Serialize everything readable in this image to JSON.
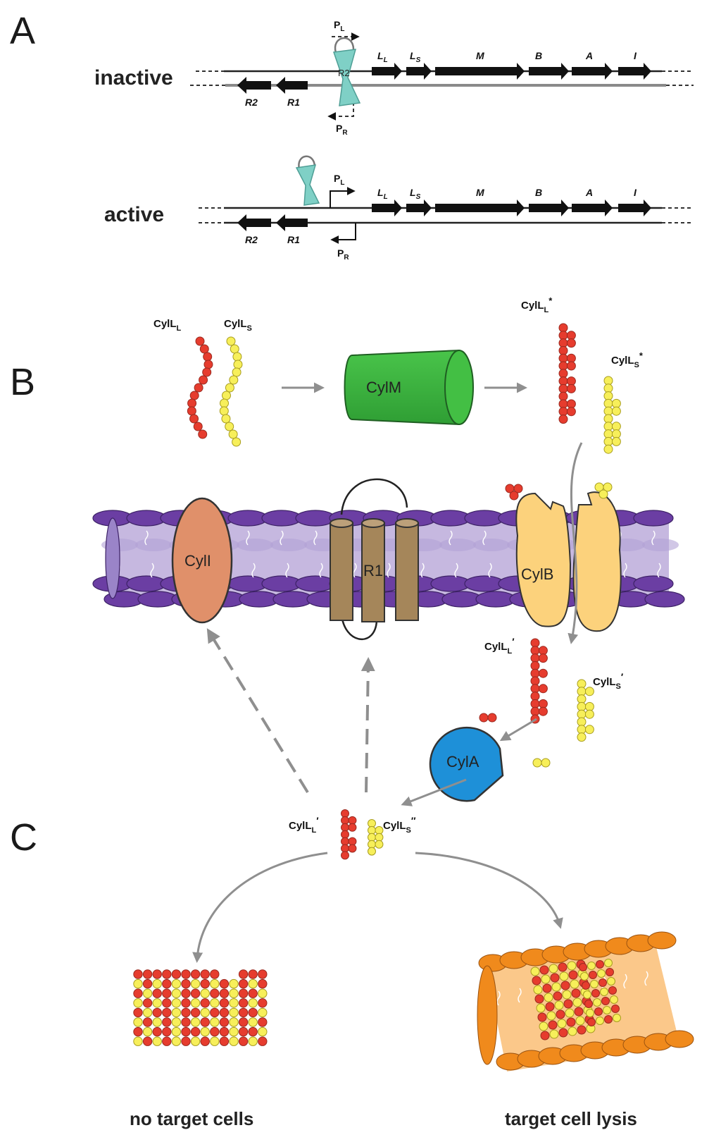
{
  "panels": {
    "a": "A",
    "b": "B",
    "c": "C"
  },
  "states": {
    "inactive": "inactive",
    "active": "active"
  },
  "genes": {
    "ll": "L",
    "ll_sub": "L",
    "ls": "L",
    "ls_sub": "S",
    "m": "M",
    "b": "B",
    "a": "A",
    "i": "I",
    "r1": "R1",
    "r2": "R2"
  },
  "promoters": {
    "pl": "P",
    "pl_sub": "L",
    "pr": "P",
    "pr_sub": "R"
  },
  "peptides": {
    "cyll_l": "CylL",
    "cyll_l_sub": "L",
    "cyll_s": "CylL",
    "cyll_s_sub": "S",
    "mod_mark": "*",
    "prime_mark": "′",
    "double_mark": "″"
  },
  "proteins": {
    "cylm": "CylM",
    "cyli": "CylI",
    "r1": "R1",
    "cylb": "CylB",
    "cyla": "CylA",
    "r2": "R2"
  },
  "outcomes": {
    "no_target": "no target cells",
    "lysis": "target cell lysis"
  },
  "colors": {
    "cyllL": "#e63c2e",
    "cyllS": "#f7ef5a",
    "cylm": "#3cb43c",
    "cyli": "#e0906a",
    "r1": "#a5865a",
    "cylb": "#fcd27c",
    "cyla": "#1e90d8",
    "r2": "#7fd0c6",
    "membrane_dark": "#6b3ea3",
    "membrane_light": "#c6b8e0",
    "target_dark": "#f08a1c",
    "target_light": "#fbc88a"
  }
}
